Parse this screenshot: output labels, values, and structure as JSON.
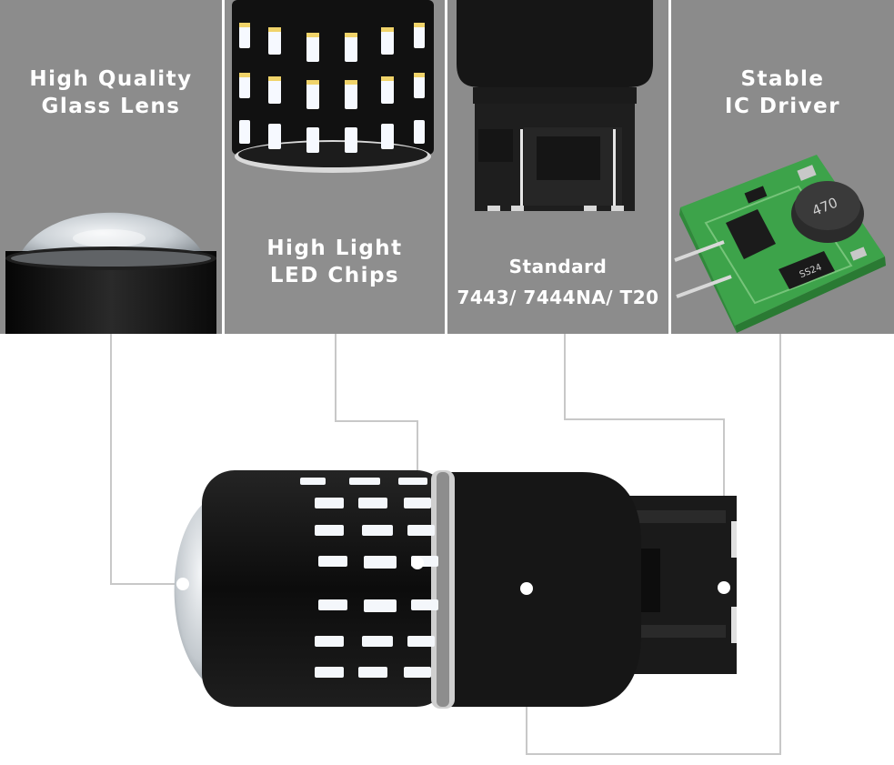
{
  "features": [
    {
      "line1": "High Quality",
      "line2": "Glass Lens",
      "icon": "glass-lens-icon"
    },
    {
      "line1": "High Light",
      "line2": "LED Chips",
      "icon": "led-chips-icon"
    },
    {
      "line1": "Standard",
      "line2": "7443/ 7444NA/ T20",
      "icon": "bulb-base-icon"
    },
    {
      "line1": "Stable",
      "line2": "IC Driver",
      "icon": "ic-driver-icon"
    }
  ],
  "driver_board": {
    "inductor_label": "470",
    "resistor_label": "",
    "diode_label": "SS24"
  },
  "colors": {
    "panel": "#8c8c8c",
    "bulb_body": "#141414",
    "led": "#f4f7fb",
    "pcb": "#3da34a",
    "callout_line": "#c8c8c8"
  }
}
